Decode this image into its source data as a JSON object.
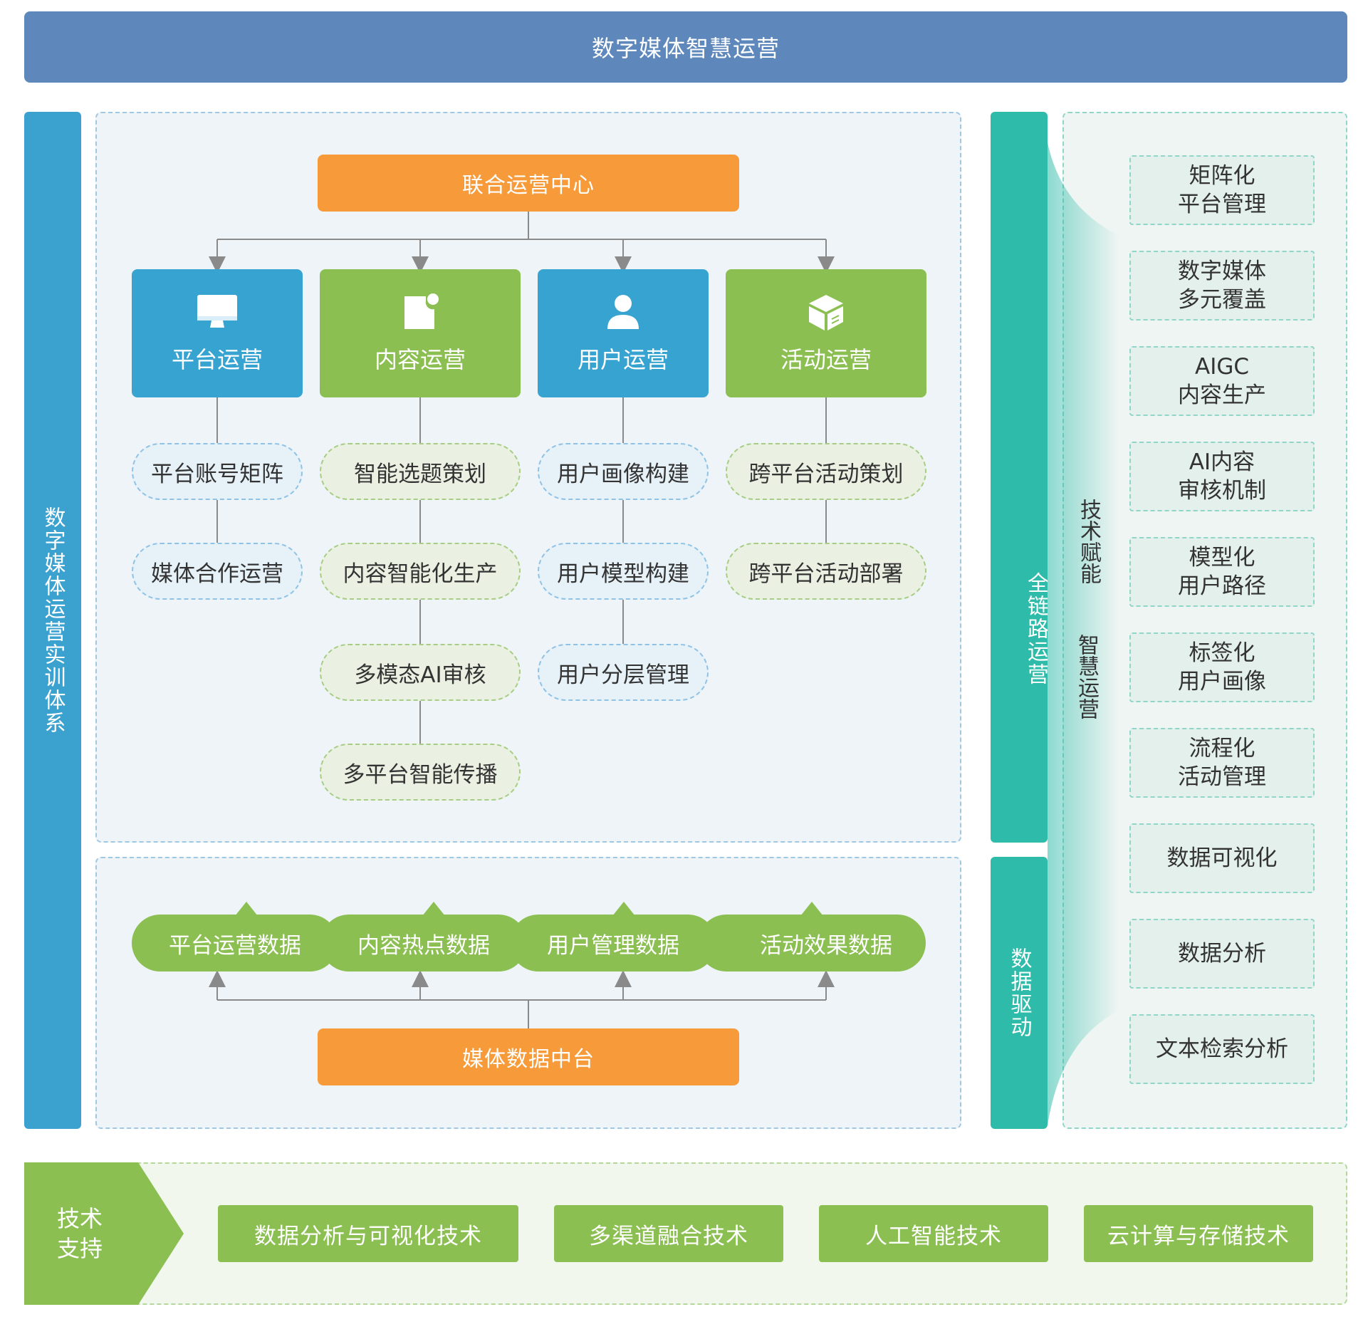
{
  "title": "数字媒体智慧运营",
  "left_label": "数字媒体运营实训体系",
  "center_top": "联合运营中心",
  "categories": [
    {
      "label": "平台运营",
      "icon": "monitor-icon",
      "color": "#36a3d0",
      "items": [
        "平台账号矩阵",
        "媒体合作运营"
      ]
    },
    {
      "label": "内容运营",
      "icon": "document-icon",
      "color": "#8cbf52",
      "items": [
        "智能选题策划",
        "内容智能化生产",
        "多模态AI审核",
        "多平台智能传播"
      ]
    },
    {
      "label": "用户运营",
      "icon": "user-icon",
      "color": "#36a3d0",
      "items": [
        "用户画像构建",
        "用户模型构建",
        "用户分层管理"
      ]
    },
    {
      "label": "活动运营",
      "icon": "box-icon",
      "color": "#8cbf52",
      "items": [
        "跨平台活动策划",
        "跨平台活动部署"
      ]
    }
  ],
  "data_items": [
    "平台运营数据",
    "内容热点数据",
    "用户管理数据",
    "活动效果数据"
  ],
  "center_bottom": "媒体数据中台",
  "side_bars": {
    "chain": "全链路运营",
    "data": "数据驱动"
  },
  "right_vertical": {
    "line1": "技术赋能",
    "line2": "智慧运营"
  },
  "right_items": [
    [
      "矩阵化",
      "平台管理"
    ],
    [
      "数字媒体",
      "多元覆盖"
    ],
    [
      "AIGC",
      "内容生产"
    ],
    [
      "AI内容",
      "审核机制"
    ],
    [
      "模型化",
      "用户路径"
    ],
    [
      "标签化",
      "用户画像"
    ],
    [
      "流程化",
      "活动管理"
    ],
    [
      "数据可视化"
    ],
    [
      "数据分析"
    ],
    [
      "文本检索分析"
    ]
  ],
  "tech_support": {
    "label_line1": "技术",
    "label_line2": "支持",
    "items": [
      "数据分析与可视化技术",
      "多渠道融合技术",
      "人工智能技术",
      "云计算与存储技术"
    ]
  },
  "colors": {
    "title": "#5e88bb",
    "left_bar": "#3ba2cf",
    "orange": "#f79b3a",
    "blue": "#36a3d0",
    "green": "#8cbf52",
    "teal": "#2ebba9"
  }
}
